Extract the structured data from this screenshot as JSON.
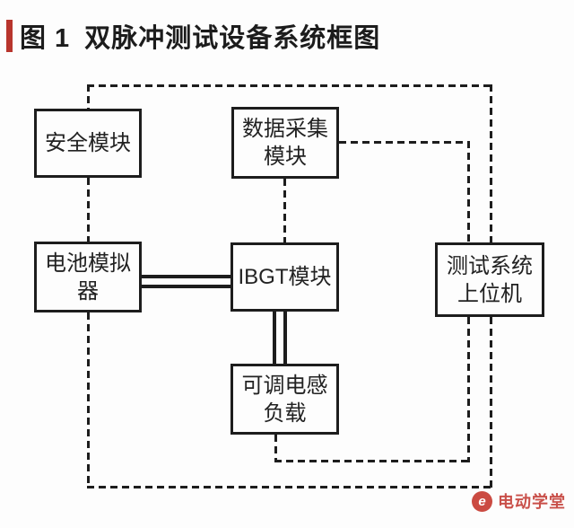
{
  "title": {
    "figure_label": "图 1",
    "text": "双脉冲测试设备系统框图"
  },
  "diagram": {
    "nodes": [
      {
        "id": "safety",
        "label": "安全模块"
      },
      {
        "id": "daq",
        "label": "数据采集\n模块"
      },
      {
        "id": "battery",
        "label": "电池模拟\n器"
      },
      {
        "id": "igbt",
        "label": "IBGT模块"
      },
      {
        "id": "host",
        "label": "测试系统\n上位机"
      },
      {
        "id": "load",
        "label": "可调电感\n负载"
      }
    ],
    "edges": [
      {
        "from": "safety",
        "to": "daq-loop-top",
        "style": "dashed"
      },
      {
        "from": "safety",
        "to": "battery",
        "style": "dashed"
      },
      {
        "from": "battery",
        "to": "igbt",
        "style": "double-solid"
      },
      {
        "from": "battery",
        "to": "host",
        "style": "dashed"
      },
      {
        "from": "daq",
        "to": "igbt",
        "style": "dashed"
      },
      {
        "from": "daq",
        "to": "host",
        "style": "dashed"
      },
      {
        "from": "igbt",
        "to": "load",
        "style": "double-solid"
      },
      {
        "from": "load",
        "to": "host",
        "style": "dashed"
      }
    ]
  },
  "watermark": {
    "logo_glyph": "e",
    "text": "电动学堂"
  },
  "colors": {
    "accent_red": "#b8352d",
    "watermark_red": "#c9504a",
    "line_black": "#1d1d1d",
    "background": "#fdfdfd"
  }
}
